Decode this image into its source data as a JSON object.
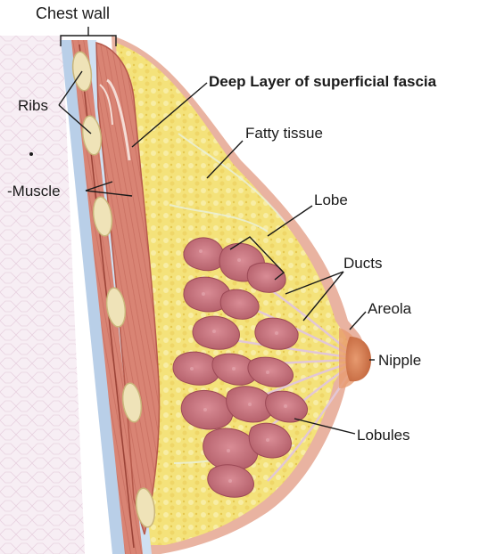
{
  "labels": {
    "chest_wall": "Chest wall",
    "ribs": "Ribs",
    "deep_layer": "Deep Layer of superficial fascia",
    "fatty_tissue": "Fatty tissue",
    "muscle": "Muscle",
    "lobe": "Lobe",
    "ducts": "Ducts",
    "areola": "Areola",
    "nipple": "Nipple",
    "lobules": "Lobules"
  },
  "colors": {
    "fat": "#f4e27a",
    "fat_light": "#f8eda4",
    "muscle": "#d98474",
    "muscle_dark": "#b65a4c",
    "lobule": "#c9707a",
    "lobule_dark": "#a44f5b",
    "skin": "#e9b3a1",
    "nipple": "#d97a52",
    "rib": "#efe3b8",
    "fascia_blue": "#b9cfe8",
    "chest_pink": "#f6e4ef"
  }
}
